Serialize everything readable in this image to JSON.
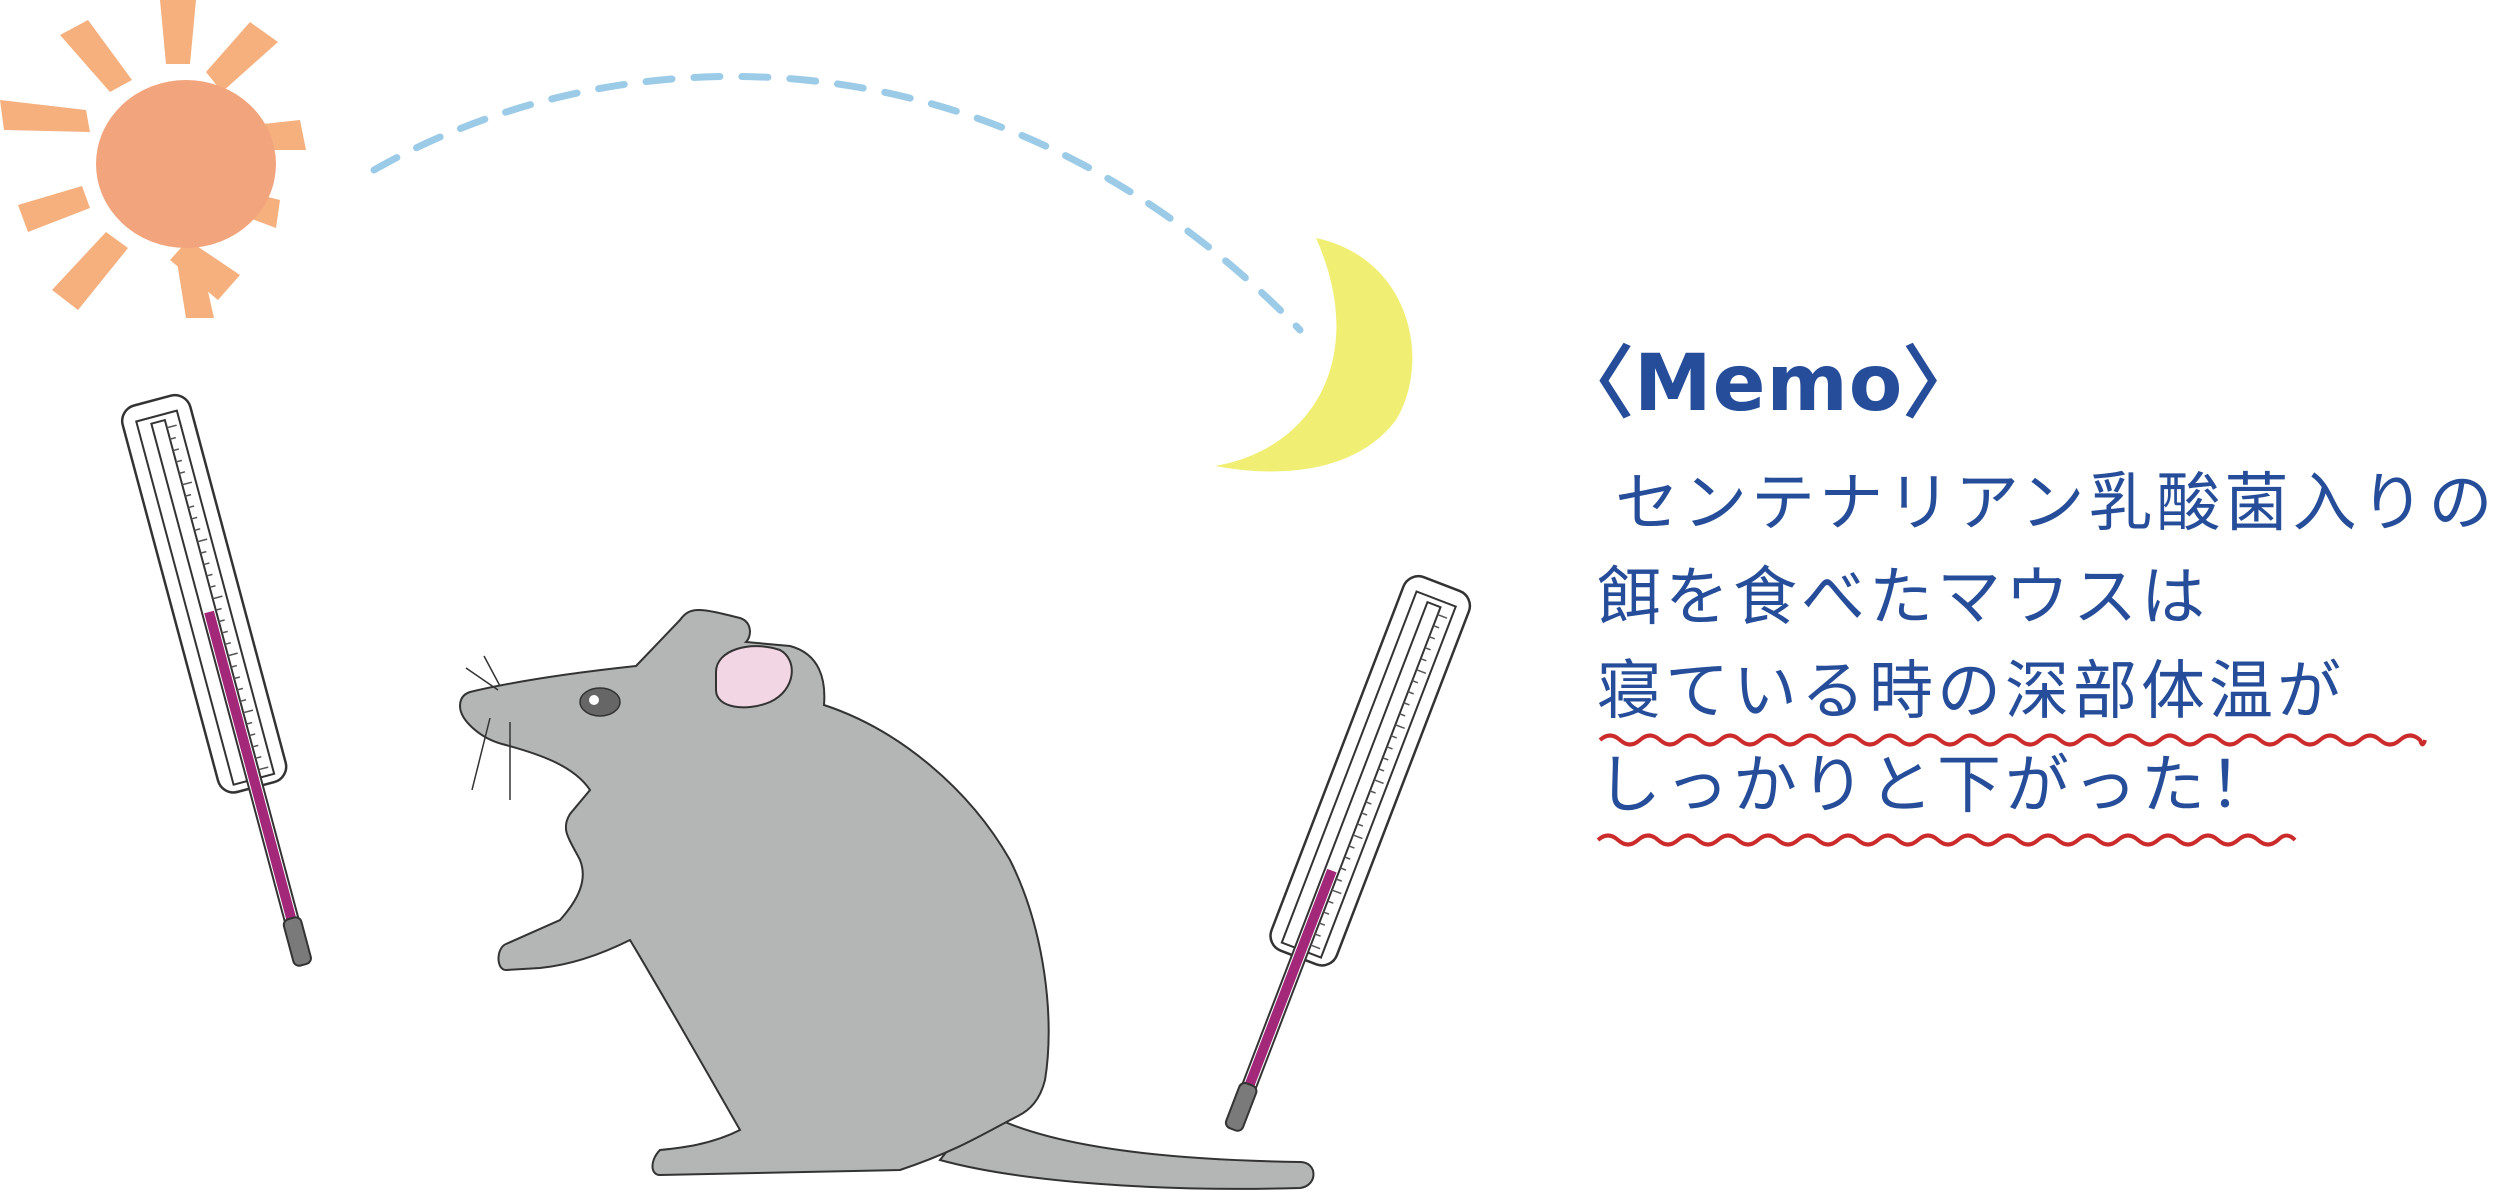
{
  "memo": {
    "title": "〈Memo〉",
    "lines": [
      "センテナリアン乳酸菌入りの",
      "餌を食べたマウスは",
      "寝ている時の深部体温が",
      "しっかりと下がった！"
    ],
    "underlined_lines": [
      2,
      3
    ]
  },
  "colors": {
    "text_blue": "#264d99",
    "underline_red": "#cc2b2b",
    "sun": "#f2a47c",
    "sun_rays": "#f5b07e",
    "moon": "#f0ef74",
    "arc_dash": "#9ccbe8",
    "mouse_body": "#b4b5b5",
    "mouse_ear": "#f3d6e4",
    "thermometer_liquid": "#a3287a",
    "thermometer_bulb": "#7a7a7a"
  },
  "icons": {
    "sun": "sun-icon",
    "moon": "crescent-moon-icon",
    "mouse": "mouse-illustration",
    "thermometer": "thermometer-icon"
  },
  "thermometers": [
    {
      "name": "day",
      "level": 0.62
    },
    {
      "name": "night",
      "level": 0.45
    }
  ]
}
